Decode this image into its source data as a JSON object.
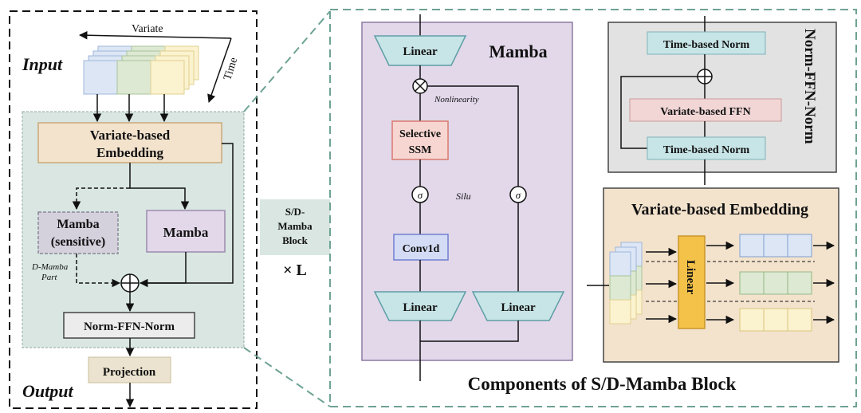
{
  "left_panel": {
    "input_label": "Input",
    "output_label": "Output",
    "variate_axis": "Variate",
    "time_axis": "Time",
    "embedding_line1": "Variate-based",
    "embedding_line2": "Embedding",
    "mamba_sensitive_line1": "Mamba",
    "mamba_sensitive_line2": "(sensitive)",
    "mamba": "Mamba",
    "d_mamba_line1": "D-Mamba",
    "d_mamba_line2": "Part",
    "norm_ffn_norm": "Norm-FFN-Norm",
    "projection": "Projection"
  },
  "block_label": {
    "line1": "S/D-",
    "line2": "Mamba",
    "line3": "Block",
    "repeat": "× L"
  },
  "mamba_panel": {
    "title": "Mamba",
    "linear_top": "Linear",
    "nonlinearity": "Nonlinearity",
    "selective_line1": "Selective",
    "selective_line2": "SSM",
    "sigma": "σ",
    "silu": "Silu",
    "conv": "Conv1d",
    "linear_bottom_left": "Linear",
    "linear_bottom_right": "Linear"
  },
  "norm_panel": {
    "title": "Norm-FFN-Norm",
    "time_norm_top": "Time-based Norm",
    "variate_ffn": "Variate-based FFN",
    "time_norm_bottom": "Time-based Norm"
  },
  "embed_panel": {
    "title": "Variate-based Embedding",
    "linear": "Linear"
  },
  "caption": "Components of S/D-Mamba Block",
  "colors": {
    "blue": "#dce6f5",
    "green": "#dde9d3",
    "yellow": "#fbf2cf",
    "mamba_purple": "#e2d8ea",
    "embed_tan": "#f3e3cd",
    "teal_bg": "#d9e6e1",
    "gray_bg": "#e2e2e2",
    "linear_orange": "#f4c249",
    "dashed_teal": "#6ea295"
  }
}
